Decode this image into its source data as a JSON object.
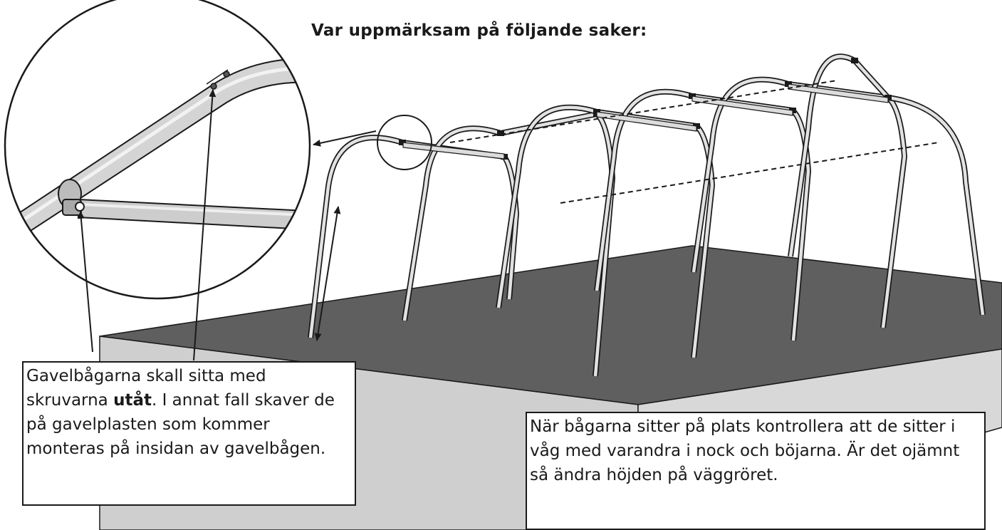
{
  "heading": "Var uppmärksam på följande saker:",
  "note_left": {
    "part1": "Gavelbågarna skall sitta med skruvarna ",
    "bold": "utåt",
    "part2": ". I annat fall skaver de på gavelplasten som kommer monteras på insidan av gavelbågen."
  },
  "note_right": {
    "text": "När bågarna sitter på plats kontrollera att de sitter i våg med varandra i nock och böjarna. Är det ojämnt så ändra höjden på väggröret."
  },
  "colors": {
    "floor_top": "#5f5f5f",
    "floor_side": "#c8c8c8",
    "floor_front": "#d2d2d2",
    "tube": "#dcdcdc",
    "outline": "#1a1a1a"
  }
}
